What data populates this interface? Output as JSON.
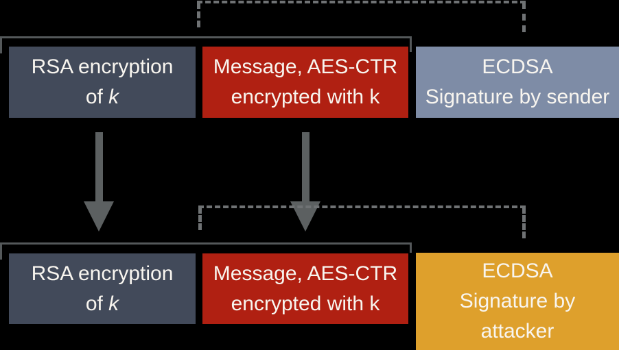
{
  "colors": {
    "background": "#000000",
    "box_slate": "#424A5A",
    "box_red": "#B02012",
    "box_blue_gray": "#7E8CA6",
    "box_orange": "#DEA02C",
    "text": "#F8F5EF",
    "arrow_gray": "#5C6061",
    "bracket_solid_gray": "#54585A",
    "bracket_dashed_gray": "#6F7274"
  },
  "boxes": {
    "rsa_top": {
      "line1": "RSA encryption",
      "line2_text": "of ",
      "line2_var": "k"
    },
    "msg_top": {
      "line1": "Message, AES-CTR",
      "line2": "encrypted with k"
    },
    "sig_sender": {
      "line1": "ECDSA",
      "line2": "Signature by sender"
    },
    "rsa_bottom": {
      "line1": "RSA encryption",
      "line2_text": "of ",
      "line2_var": "k"
    },
    "msg_bottom": {
      "line1": "Message, AES-CTR",
      "line2": "encrypted with k"
    },
    "sig_attacker": {
      "line1": "ECDSA",
      "line2": "Signature by",
      "line3": "attacker"
    }
  }
}
